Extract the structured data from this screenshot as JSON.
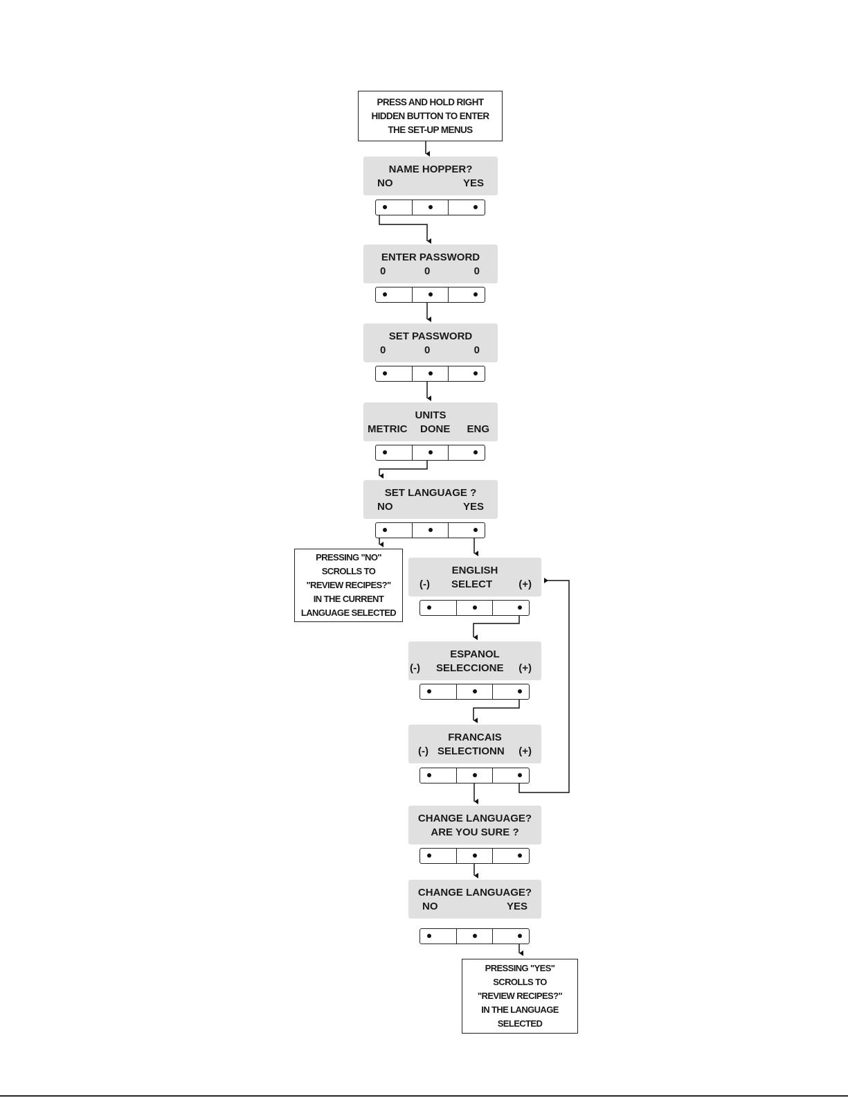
{
  "start_note": {
    "lines": [
      "PRESS AND HOLD RIGHT",
      "HIDDEN BUTTON TO ENTER",
      "THE SET-UP MENUS"
    ]
  },
  "screens": {
    "name_hopper": {
      "title": "NAME HOPPER?",
      "left": "NO",
      "right": "YES"
    },
    "enter_password": {
      "title": "ENTER PASSWORD",
      "left": "0",
      "middle": "0",
      "right": "0"
    },
    "set_password": {
      "title": "SET PASSWORD",
      "left": "0",
      "middle": "0",
      "right": "0"
    },
    "units": {
      "title": "UNITS",
      "left": "METRIC",
      "middle": "DONE",
      "right": "ENG"
    },
    "set_language": {
      "title": "SET LANGUAGE ?",
      "left": "NO",
      "right": "YES"
    },
    "english": {
      "title": "ENGLISH",
      "left": "(-)",
      "middle": "SELECT",
      "right": "(+)"
    },
    "espanol": {
      "title": "ESPANOL",
      "left": "(-)",
      "middle": "SELECCIONE",
      "right": "(+)"
    },
    "francais": {
      "title": "FRANCAIS",
      "left": "(-)",
      "middle": "SELECTIONN",
      "right": "(+)"
    },
    "change_language_confirm": {
      "title": "CHANGE LANGUAGE?",
      "line2": "ARE YOU SURE ?"
    },
    "change_language": {
      "title": "CHANGE LANGUAGE?",
      "left": "NO",
      "right": "YES"
    }
  },
  "notes": {
    "no_note": {
      "lines": [
        "PRESSING \"NO\"",
        "SCROLLS TO",
        "\"REVIEW RECIPES?\"",
        "IN THE CURRENT",
        "LANGUAGE SELECTED"
      ]
    },
    "yes_note": {
      "lines": [
        "PRESSING \"YES\"",
        "SCROLLS TO",
        "\"REVIEW RECIPES?\"",
        "IN THE LANGUAGE",
        "SELECTED"
      ]
    }
  }
}
